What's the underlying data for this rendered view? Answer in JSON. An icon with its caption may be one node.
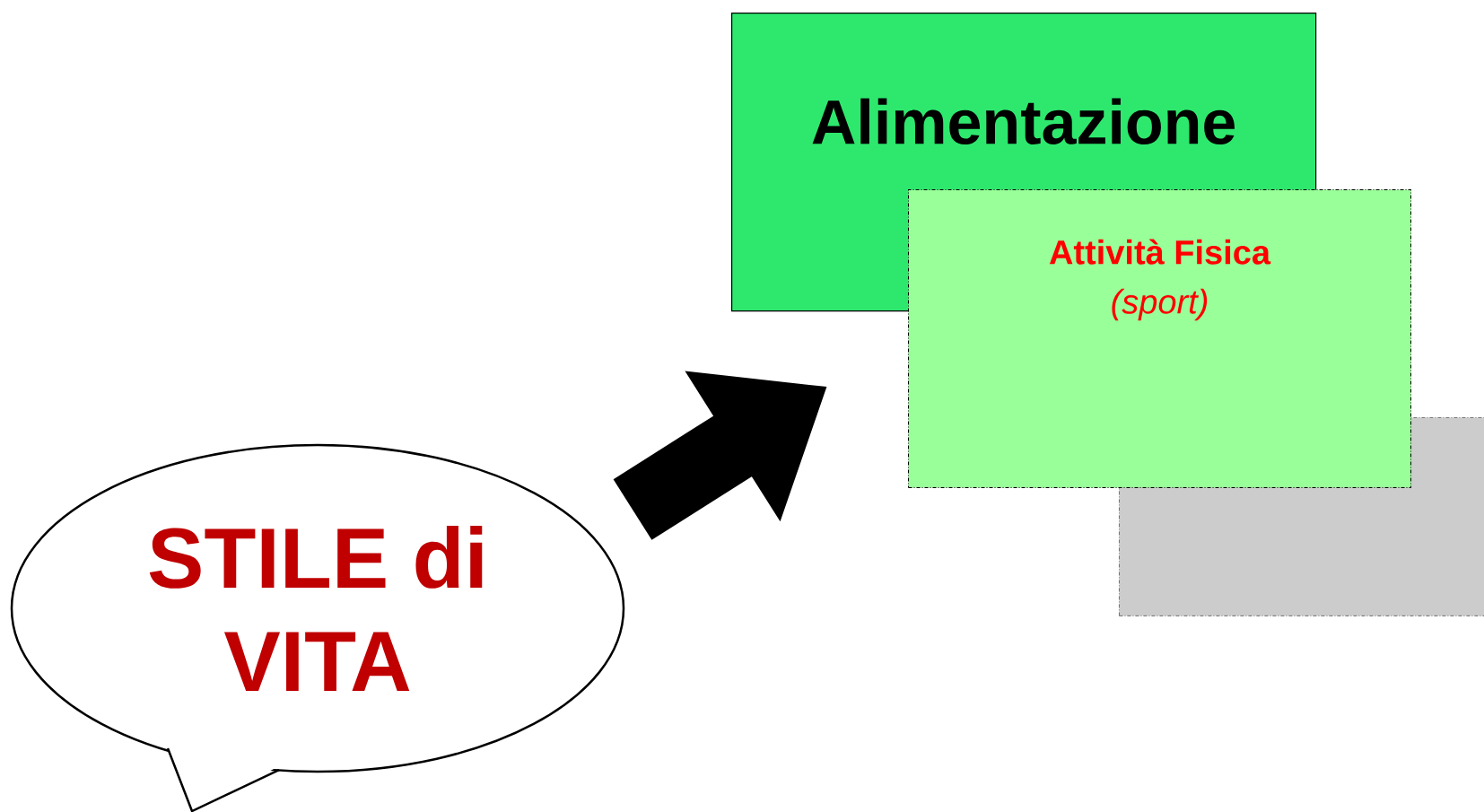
{
  "diagram": {
    "nodes": [
      {
        "text": [
          "STILE di VITA"
        ]
      },
      {
        "text": [
          "Alimentazione"
        ]
      },
      {
        "text": [
          "Attività Fisica",
          "(sport)"
        ]
      },
      {
        "text": [],
        "shape": "box"
      }
    ],
    "edges": [
      {
        "from": 0,
        "to": 1,
        "arrow": "to"
      }
    ]
  }
}
